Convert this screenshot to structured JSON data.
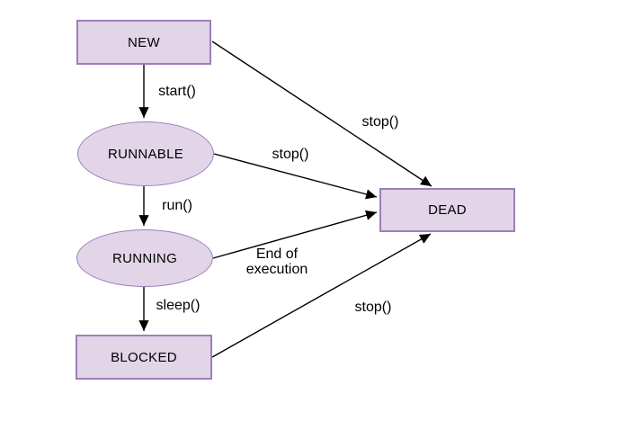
{
  "colors": {
    "background": "#ffffff",
    "node_fill": "#e1d5e7",
    "node_stroke": "#9e7eb9",
    "arrow": "#000000",
    "label_text": "#000000"
  },
  "nodes": [
    {
      "id": "new",
      "label": "NEW",
      "shape": "rectangle"
    },
    {
      "id": "runnable",
      "label": "RUNNABLE",
      "shape": "ellipse"
    },
    {
      "id": "running",
      "label": "RUNNING",
      "shape": "ellipse"
    },
    {
      "id": "blocked",
      "label": "BLOCKED",
      "shape": "rectangle"
    },
    {
      "id": "dead",
      "label": "DEAD",
      "shape": "rectangle"
    }
  ],
  "edges": [
    {
      "from": "NEW",
      "to": "RUNNABLE",
      "label": "start()"
    },
    {
      "from": "NEW",
      "to": "DEAD",
      "label": "stop()"
    },
    {
      "from": "RUNNABLE",
      "to": "RUNNING",
      "label": "run()"
    },
    {
      "from": "RUNNABLE",
      "to": "DEAD",
      "label": "stop()"
    },
    {
      "from": "RUNNING",
      "to": "BLOCKED",
      "label": "sleep()"
    },
    {
      "from": "RUNNING",
      "to": "DEAD",
      "label": "End of execution"
    },
    {
      "from": "BLOCKED",
      "to": "DEAD",
      "label": "stop()"
    }
  ]
}
